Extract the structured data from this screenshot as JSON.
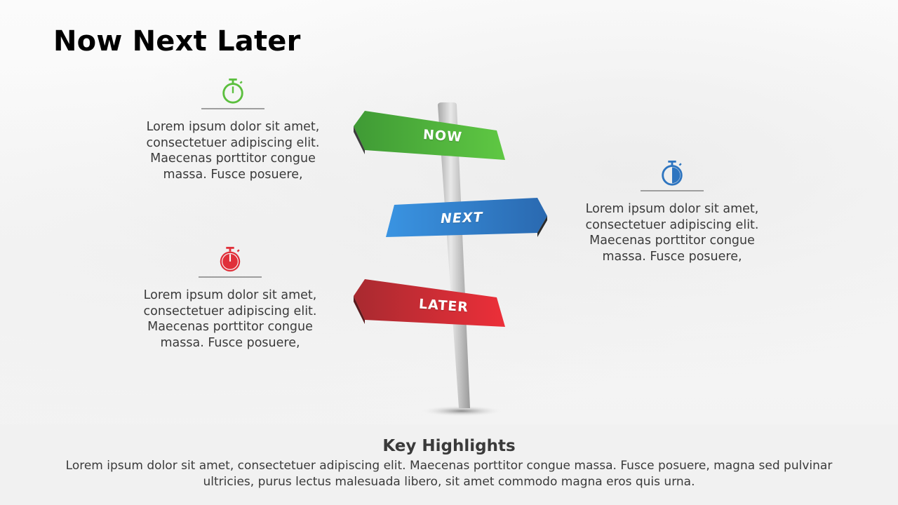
{
  "slide": {
    "title": "Now Next Later"
  },
  "colors": {
    "now": "#5bbf3e",
    "next": "#2e75c0",
    "later": "#e0303a"
  },
  "blocks": [
    {
      "key": "now",
      "icon": "stopwatch-outline-icon",
      "text": "Lorem ipsum dolor sit amet, consectetuer adipiscing elit. Maecenas porttitor congue massa. Fusce posuere,"
    },
    {
      "key": "next",
      "icon": "stopwatch-half-icon",
      "text": "Lorem ipsum dolor sit amet, consectetuer adipiscing elit. Maecenas porttitor congue massa. Fusce posuere,"
    },
    {
      "key": "later",
      "icon": "stopwatch-filled-icon",
      "text": "Lorem ipsum dolor sit amet, consectetuer adipiscing elit. Maecenas porttitor congue massa. Fusce posuere,"
    }
  ],
  "signpost": {
    "now_label": "NOW",
    "next_label": "NEXT",
    "later_label": "LATER"
  },
  "footer": {
    "heading": "Key Highlights",
    "body": "Lorem ipsum dolor sit amet, consectetuer adipiscing elit. Maecenas porttitor congue massa. Fusce posuere, magna sed pulvinar ultricies, purus lectus malesuada libero, sit amet commodo magna eros quis urna."
  }
}
